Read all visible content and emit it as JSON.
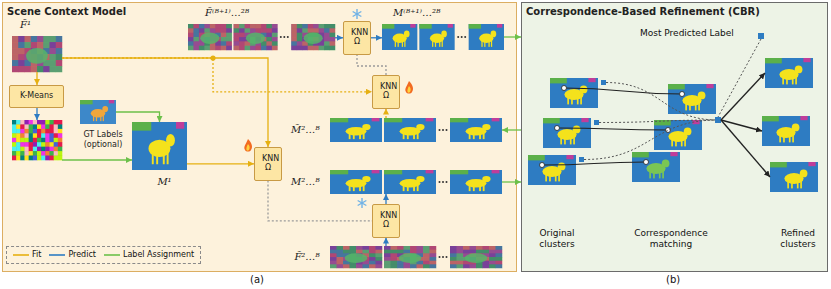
{
  "diagram": {
    "nodes": [
      {
        "text": [
          "Scene Context Model"
        ]
      },
      {
        "text": [
          "F̃⁽ᴮ⁺¹⁾…²ᴮ"
        ],
        "in": 0
      },
      {
        "text": [
          "KNN Ω"
        ],
        "in": 0
      },
      {
        "text": [
          "M⁽ᴮ⁺¹⁾…²ᴮ"
        ],
        "in": 0
      },
      {
        "text": [
          "F̃¹"
        ],
        "in": 0
      },
      {
        "text": [
          "KNN Ω"
        ],
        "in": 0
      },
      {
        "text": [
          "K-Means"
        ],
        "in": 0
      },
      {
        "text": [
          "GT Labels (optional)"
        ],
        "in": 0
      },
      {
        "text": [
          "M¹"
        ],
        "in": 0
      },
      {
        "text": [
          "KNN Ω"
        ],
        "in": 0
      },
      {
        "text": [
          "M̃²…ᴮ"
        ],
        "in": 0
      },
      {
        "text": [
          "M²…ᴮ"
        ],
        "in": 0
      },
      {
        "text": [
          "KNN Ω"
        ],
        "in": 0
      },
      {
        "text": [
          "F̃²…ᴮ"
        ],
        "in": 0
      },
      {
        "text": [
          "Correspondence-Based Refinement (CBR)"
        ]
      }
    ],
    "edges": [
      {
        "from": 4,
        "to": 6,
        "arrow": "to"
      },
      {
        "from": 4,
        "to": 9,
        "arrow": "to"
      },
      {
        "from": 4,
        "to": 5,
        "arrow": "to"
      },
      {
        "from": 10,
        "to": 5,
        "arrow": "to"
      },
      {
        "from": 5,
        "to": 2,
        "arrow": "none"
      },
      {
        "from": 8,
        "to": 9,
        "arrow": "to"
      },
      {
        "from": 9,
        "to": 12,
        "arrow": "none"
      },
      {
        "from": 1,
        "to": 2,
        "arrow": "to"
      },
      {
        "from": 2,
        "to": 3,
        "arrow": "to"
      },
      {
        "from": 13,
        "to": 12,
        "arrow": "to"
      },
      {
        "from": 12,
        "to": 11,
        "arrow": "to"
      },
      {
        "from": 7,
        "to": 8,
        "arrow": "to"
      },
      {
        "from": 3,
        "to": 14,
        "arrow": "to"
      },
      {
        "from": 11,
        "to": 14,
        "arrow": "to"
      },
      {
        "from": 14,
        "to": 10,
        "arrow": "to"
      }
    ],
    "labels": [
      "(a)",
      "(b)",
      "Most Predicted Label",
      "Original clusters",
      "Correspondence matching",
      "Refined clusters"
    ],
    "legend": [
      {
        "text": "Fit"
      },
      {
        "text": "Predict"
      },
      {
        "text": "Label Assignment"
      }
    ]
  }
}
